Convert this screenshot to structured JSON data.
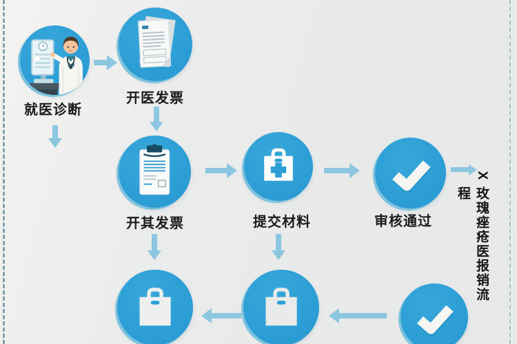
{
  "diagram": {
    "kind": "flowchart",
    "background_color": "#e9eaea",
    "accent_blue": "#2d9fd6",
    "arrow_blue": "#8cc6e0",
    "clip_navy": "#174a63",
    "text_color": "#1b1b1b"
  },
  "flow": {
    "steps": [
      {
        "id": "diagnosis",
        "label": "就医诊断",
        "icon": "doctor-icon"
      },
      {
        "id": "medical-invoice",
        "label": "开医发票",
        "icon": "invoice-icon"
      },
      {
        "id": "other-invoice",
        "label": "开其发票",
        "icon": "clipboard-icon"
      },
      {
        "id": "submit-materials",
        "label": "提交材料",
        "icon": "medkit-icon"
      },
      {
        "id": "review-passed",
        "label": "审核通过",
        "icon": "check-icon"
      },
      {
        "id": "package-left",
        "label": "",
        "icon": "bag-icon"
      },
      {
        "id": "package-middle",
        "label": "",
        "icon": "bag-icon"
      },
      {
        "id": "final-approval",
        "label": "",
        "icon": "check-icon"
      }
    ]
  },
  "title_column": {
    "glyph": "X",
    "text": "玫瑰痤疮医报销流程"
  }
}
